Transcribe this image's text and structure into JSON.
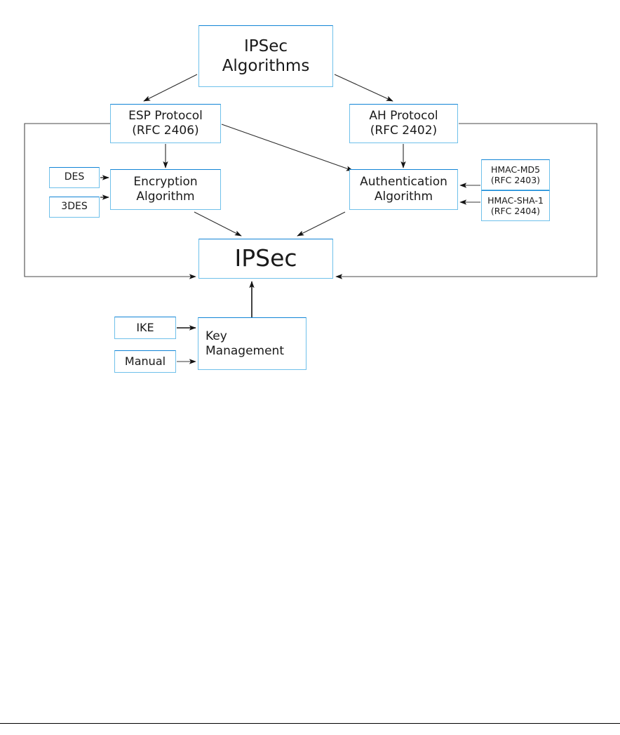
{
  "diagram": {
    "title": "IPSec Algorithms",
    "type": "flow-diagram",
    "colors": {
      "box_border": "#6fc0ea",
      "box_border_top": "#1184d6",
      "connector": "#3a3a3a",
      "outer_path": "#5a5a5a",
      "text": "#1a1a1a",
      "background": "#ffffff"
    },
    "nodes": {
      "ipsec_algorithms": {
        "line1": "IPSec",
        "line2": "Algorithms"
      },
      "esp_protocol": {
        "line1": "ESP Protocol",
        "line2": "(RFC 2406)"
      },
      "ah_protocol": {
        "line1": "AH Protocol",
        "line2": "(RFC 2402)"
      },
      "encryption_algorithm": {
        "line1": "Encryption",
        "line2": "Algorithm"
      },
      "authentication_algorithm": {
        "line1": "Authentication",
        "line2": "Algorithm"
      },
      "des": {
        "line1": "DES"
      },
      "triple_des": {
        "line1": "3DES"
      },
      "hmac_md5": {
        "line1": "HMAC-MD5",
        "line2": "(RFC 2403)"
      },
      "hmac_sha1": {
        "line1": "HMAC-SHA-1",
        "line2": "(RFC 2404)"
      },
      "ipsec": {
        "line1": "IPSec"
      },
      "ike": {
        "line1": "IKE"
      },
      "manual": {
        "line1": "Manual"
      },
      "key_management": {
        "line1": "Key",
        "line2": "Management"
      }
    },
    "edges": [
      {
        "from": "ipsec_algorithms",
        "to": "esp_protocol"
      },
      {
        "from": "ipsec_algorithms",
        "to": "ah_protocol"
      },
      {
        "from": "esp_protocol",
        "to": "encryption_algorithm"
      },
      {
        "from": "esp_protocol",
        "to": "authentication_algorithm"
      },
      {
        "from": "ah_protocol",
        "to": "authentication_algorithm"
      },
      {
        "from": "des",
        "to": "encryption_algorithm"
      },
      {
        "from": "triple_des",
        "to": "encryption_algorithm"
      },
      {
        "from": "hmac_md5",
        "to": "authentication_algorithm"
      },
      {
        "from": "hmac_sha1",
        "to": "authentication_algorithm"
      },
      {
        "from": "encryption_algorithm",
        "to": "ipsec"
      },
      {
        "from": "authentication_algorithm",
        "to": "ipsec"
      },
      {
        "from": "esp_protocol",
        "to": "ipsec",
        "routing": "outer-left"
      },
      {
        "from": "ah_protocol",
        "to": "ipsec",
        "routing": "outer-right"
      },
      {
        "from": "key_management",
        "to": "ipsec"
      },
      {
        "from": "ike",
        "to": "key_management"
      },
      {
        "from": "manual",
        "to": "key_management"
      }
    ]
  }
}
